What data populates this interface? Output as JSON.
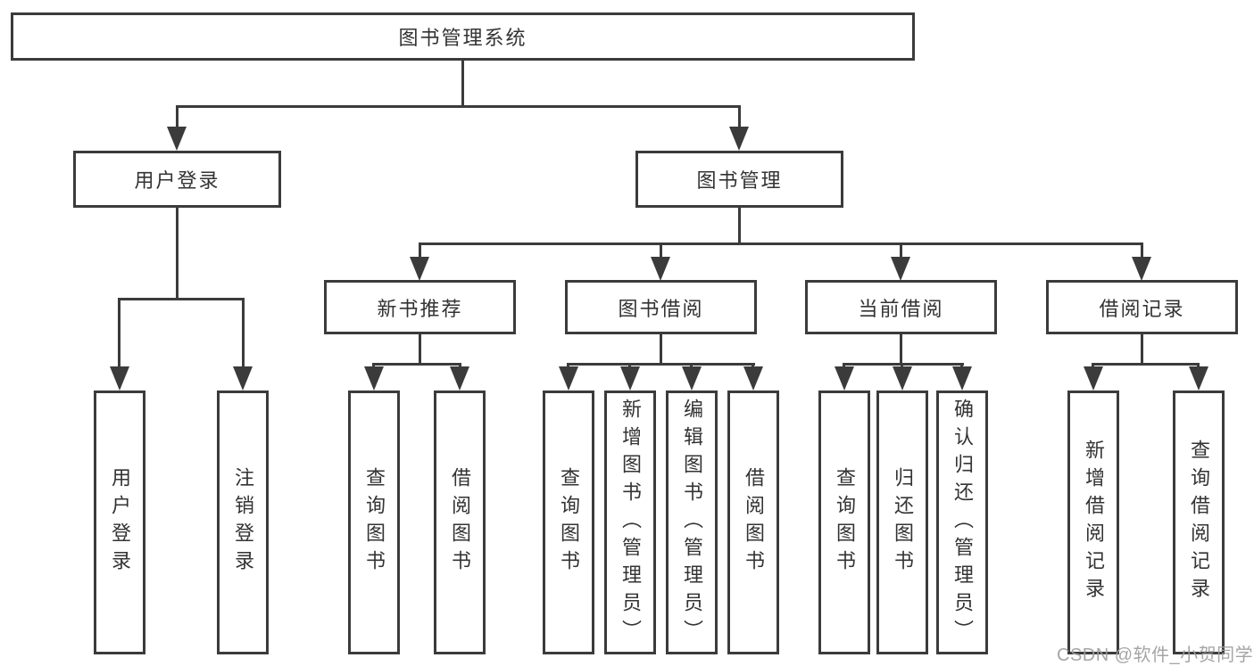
{
  "diagram": {
    "root": {
      "label": "图书管理系统"
    },
    "branches": [
      {
        "label": "用户登录",
        "children": [
          {
            "label": "用户登录"
          },
          {
            "label": "注销登录"
          }
        ]
      },
      {
        "label": "图书管理",
        "sections": [
          {
            "label": "新书推荐",
            "children": [
              {
                "label": "查询图书"
              },
              {
                "label": "借阅图书"
              }
            ]
          },
          {
            "label": "图书借阅",
            "children": [
              {
                "label": "查询图书"
              },
              {
                "label": "新增图书（管理员）"
              },
              {
                "label": "编辑图书（管理员）"
              },
              {
                "label": "借阅图书"
              }
            ]
          },
          {
            "label": "当前借阅",
            "children": [
              {
                "label": "查询图书"
              },
              {
                "label": "归还图书"
              },
              {
                "label": "确认归还（管理员）"
              }
            ]
          },
          {
            "label": "借阅记录",
            "children": [
              {
                "label": "新增借阅记录"
              },
              {
                "label": "查询借阅记录"
              }
            ]
          }
        ]
      }
    ]
  },
  "watermark": {
    "text": "CSDN @软件_小贺同学"
  },
  "colors": {
    "line": "#3b3b3b",
    "text": "#333333",
    "watermark": "#9e9e9e",
    "background": "#ffffff"
  }
}
